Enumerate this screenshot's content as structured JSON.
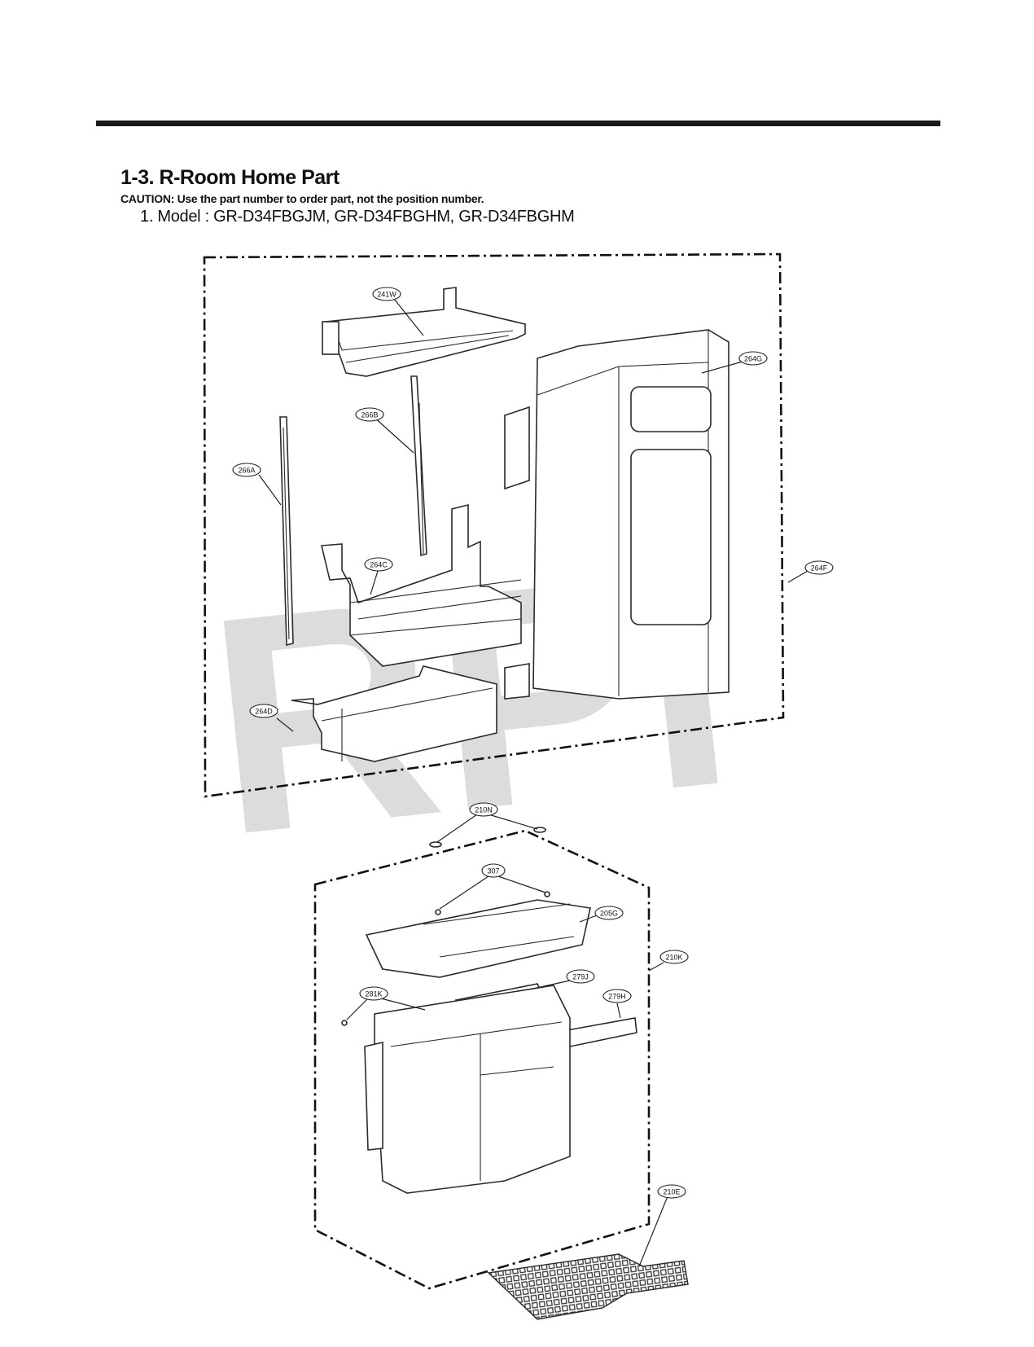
{
  "header": {
    "section_title": "1-3. R-Room Home Part",
    "caution": "CAUTION: Use the part number to order part, not the position number.",
    "model": "1. Model : GR-D34FBGJM, GR-D34FBGHM, GR-D34FBGHM"
  },
  "watermark": "RPI",
  "callouts": {
    "c241W": "241W",
    "c264G": "264G",
    "c266B": "266B",
    "c266A": "266A",
    "c264C": "264C",
    "c264F": "264F",
    "c264D": "264D",
    "c210N": "210N",
    "c307": "307",
    "c205G": "205G",
    "c210K": "210K",
    "c279J": "279J",
    "c281K": "281K",
    "c279H": "279H",
    "c210E": "210E"
  }
}
